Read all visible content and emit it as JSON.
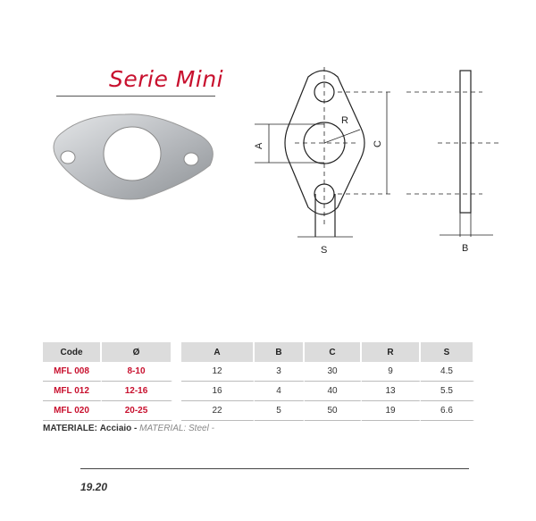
{
  "title": "Serie Mini",
  "drawing_labels": {
    "a": "A",
    "c": "C",
    "r": "R",
    "s": "S",
    "b": "B"
  },
  "table": {
    "headers": [
      "Code",
      "Ø",
      "A",
      "B",
      "C",
      "R",
      "S"
    ],
    "rows": [
      [
        "MFL 008",
        "8-10",
        "12",
        "3",
        "30",
        "9",
        "4.5"
      ],
      [
        "MFL 012",
        "12-16",
        "16",
        "4",
        "40",
        "13",
        "5.5"
      ],
      [
        "MFL 020",
        "20-25",
        "22",
        "5",
        "50",
        "19",
        "6.6"
      ]
    ]
  },
  "material": {
    "label": "MATERIALE:",
    "value_it": "Acciaio -",
    "value_en": "MATERIAL: Steel -"
  },
  "page_number": "19.20"
}
